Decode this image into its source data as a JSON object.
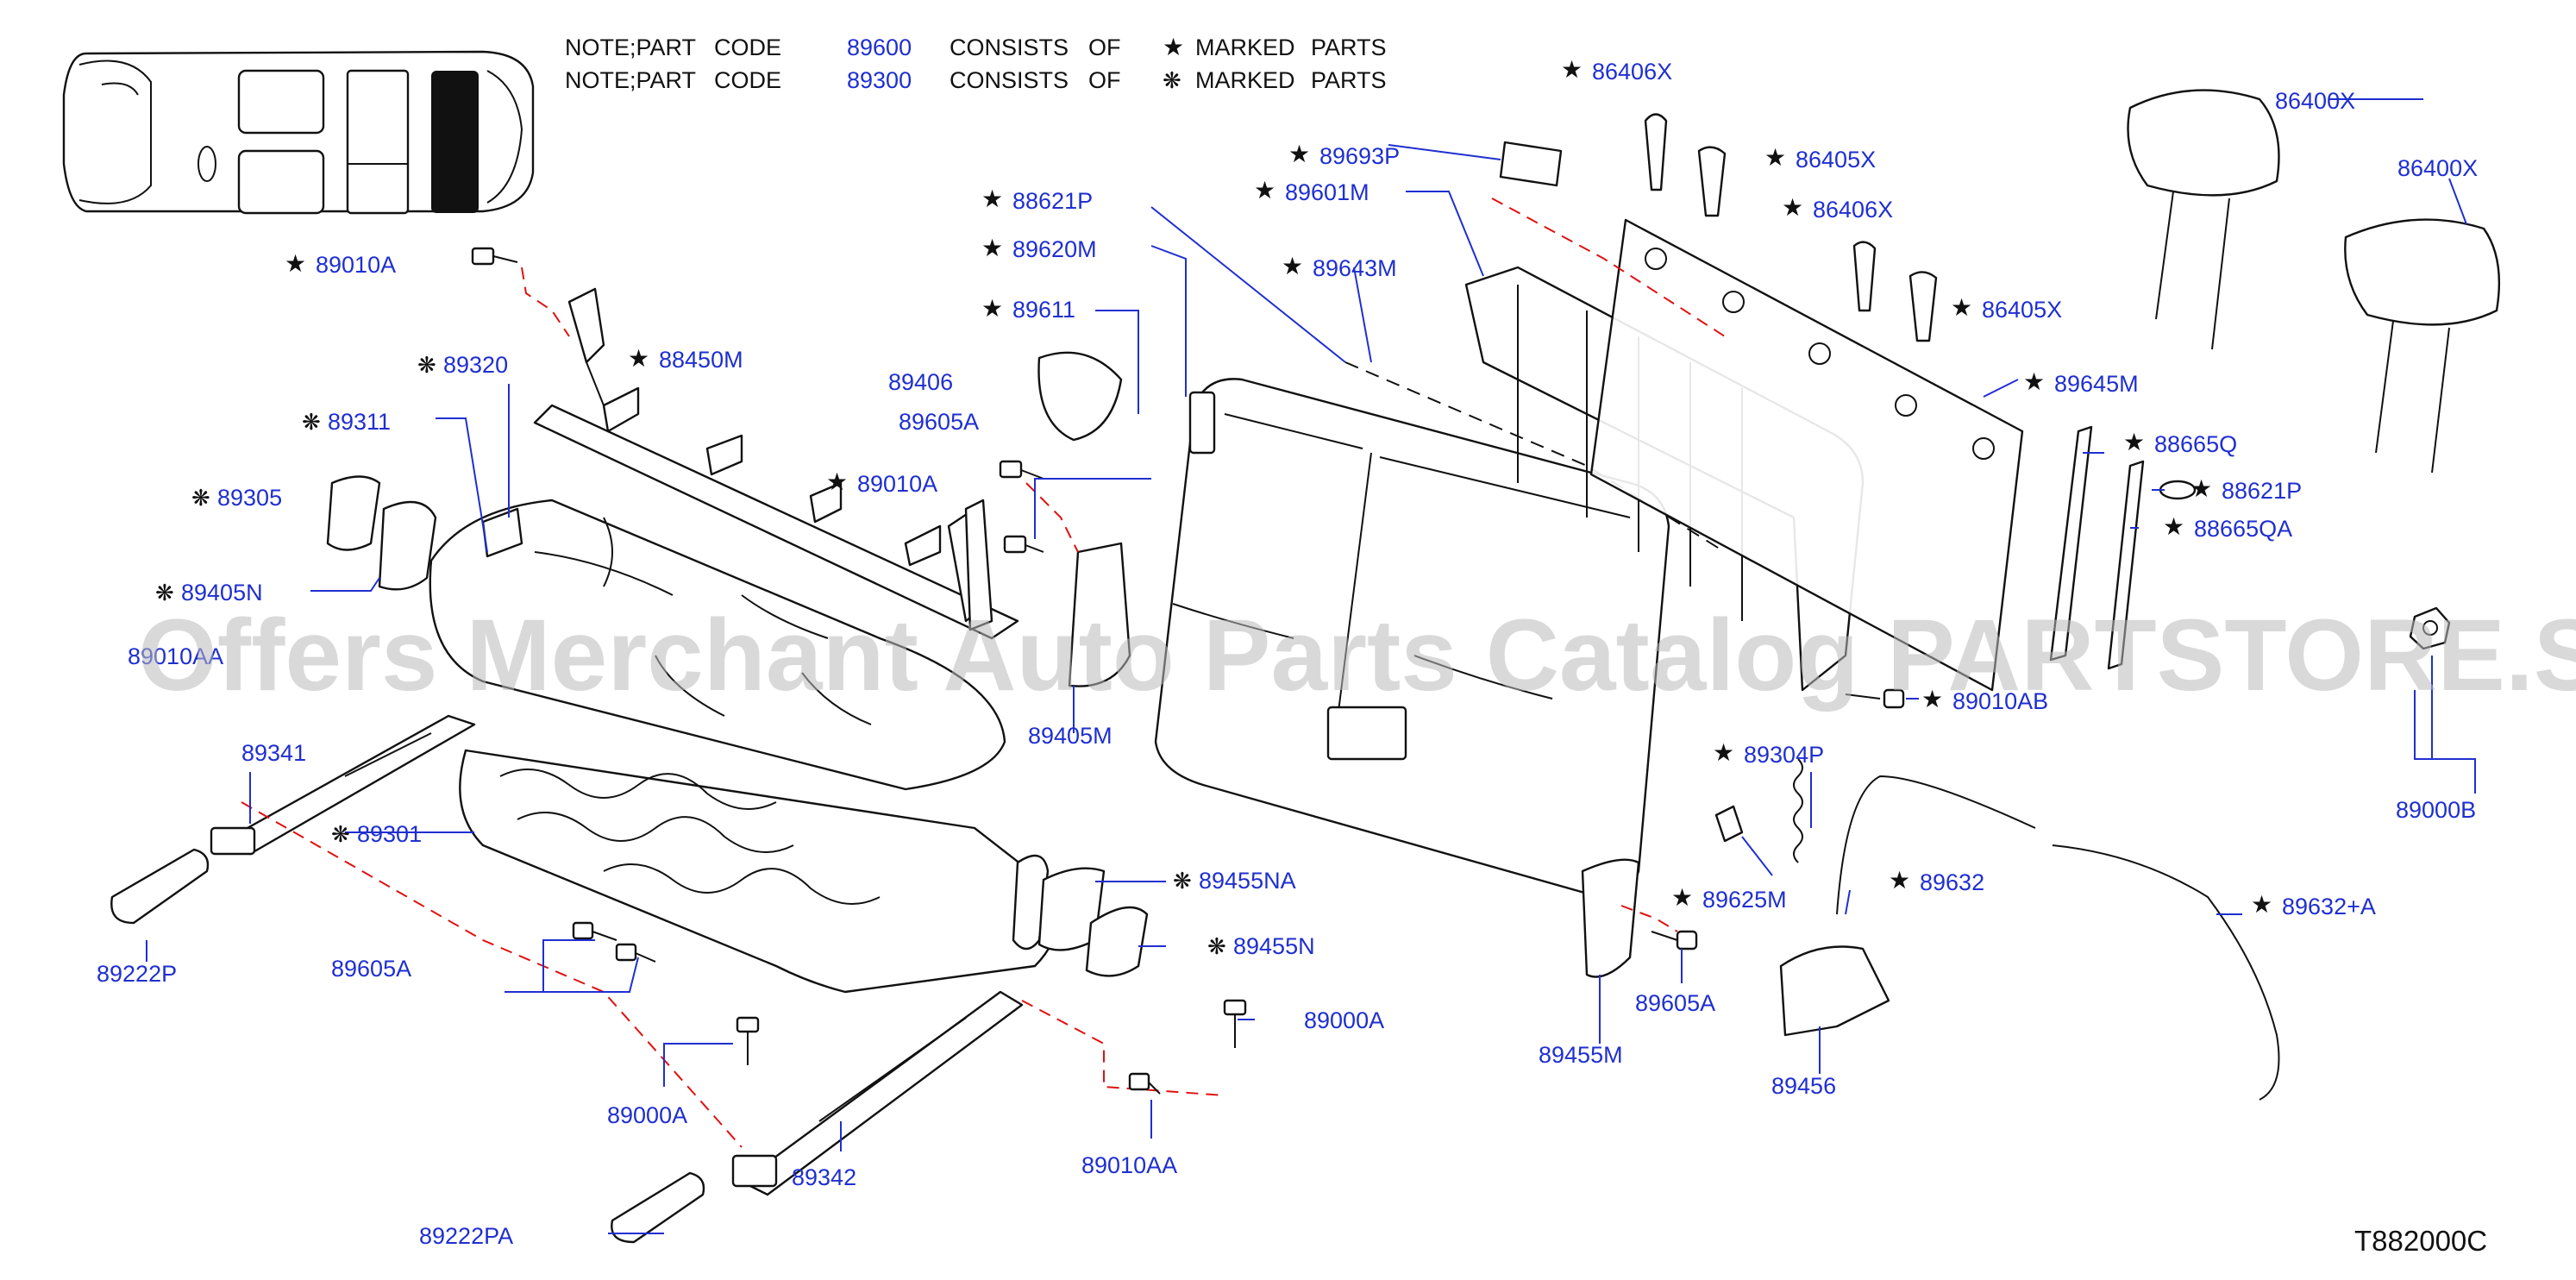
{
  "notes": [
    {
      "prefix": "NOTE;PART",
      "word_code": "CODE",
      "code": "89600",
      "consists": "CONSISTS",
      "of": "OF",
      "symbol": "★",
      "symbol_name": "star-icon",
      "marked": "MARKED",
      "parts": "PARTS"
    },
    {
      "prefix": "NOTE;PART",
      "word_code": "CODE",
      "code": "89300",
      "consists": "CONSISTS",
      "of": "OF",
      "symbol": "❋",
      "symbol_name": "flower-icon",
      "marked": "MARKED",
      "parts": "PARTS"
    }
  ],
  "symbols": {
    "star": "★",
    "flower": "❋"
  },
  "labels": {
    "l89010A_top": {
      "text": "89010A",
      "mark": "star"
    },
    "l89320": {
      "text": "89320",
      "mark": "flower"
    },
    "l88450M": {
      "text": "88450M",
      "mark": "star"
    },
    "l89311": {
      "text": "89311",
      "mark": "flower"
    },
    "l89305": {
      "text": "89305",
      "mark": "flower"
    },
    "l89405N": {
      "text": "89405N",
      "mark": "flower"
    },
    "l89010A_left": {
      "text": "89010AA",
      "mark": ""
    },
    "l89341": {
      "text": "89341",
      "mark": ""
    },
    "l89301": {
      "text": "89301",
      "mark": "flower"
    },
    "l89222P": {
      "text": "89222P",
      "mark": ""
    },
    "l89605A_left": {
      "text": "89605A",
      "mark": ""
    },
    "l89000A_left": {
      "text": "89000A",
      "mark": ""
    },
    "l89342": {
      "text": "89342",
      "mark": ""
    },
    "l89222PA": {
      "text": "89222PA",
      "mark": ""
    },
    "l89010AA_bottom": {
      "text": "89010AA",
      "mark": ""
    },
    "l89000A_right": {
      "text": "89000A",
      "mark": ""
    },
    "l89455NA": {
      "text": "89455NA",
      "mark": "flower"
    },
    "l89455N": {
      "text": "89455N",
      "mark": "flower"
    },
    "l89010A_mid": {
      "text": "89010A",
      "mark": "star"
    },
    "l89406": {
      "text": "89406",
      "mark": ""
    },
    "l89605A_mid": {
      "text": "89605A",
      "mark": ""
    },
    "l89405M": {
      "text": "89405M",
      "mark": ""
    },
    "l88621P_top": {
      "text": "88621P",
      "mark": "star"
    },
    "l89620M": {
      "text": "89620M",
      "mark": "star"
    },
    "l89611": {
      "text": "89611",
      "mark": "star"
    },
    "l89693P": {
      "text": "89693P",
      "mark": "star"
    },
    "l89601M": {
      "text": "89601M",
      "mark": "star"
    },
    "l89643M": {
      "text": "89643M",
      "mark": "star"
    },
    "l86406X_top": {
      "text": "86406X",
      "mark": "star"
    },
    "l86405X_top": {
      "text": "86405X",
      "mark": "star"
    },
    "l86406X_mid": {
      "text": "86406X",
      "mark": "star"
    },
    "l86405X_mid": {
      "text": "86405X",
      "mark": "star"
    },
    "l89645M": {
      "text": "89645M",
      "mark": "star"
    },
    "l86400X_1": {
      "text": "86400X",
      "mark": ""
    },
    "l86400X_2": {
      "text": "86400X",
      "mark": ""
    },
    "l88665Q": {
      "text": "88665Q",
      "mark": "star"
    },
    "l88621P_right": {
      "text": "88621P",
      "mark": "star"
    },
    "l88665QA": {
      "text": "88665QA",
      "mark": "star"
    },
    "l89010AB": {
      "text": "89010AB",
      "mark": "star"
    },
    "l89000B": {
      "text": "89000B",
      "mark": ""
    },
    "l89304P": {
      "text": "89304P",
      "mark": "star"
    },
    "l89625M": {
      "text": "89625M",
      "mark": "star"
    },
    "l89632": {
      "text": "89632",
      "mark": "star"
    },
    "l89632A": {
      "text": "89632+A",
      "mark": "star"
    },
    "l89605A_right": {
      "text": "89605A",
      "mark": ""
    },
    "l89455M": {
      "text": "89455M",
      "mark": ""
    },
    "l89456": {
      "text": "89456",
      "mark": ""
    }
  },
  "watermark": "Offers Merchant Auto Parts Catalog PARTSTORE.SA",
  "diagram_code": "T882000C"
}
